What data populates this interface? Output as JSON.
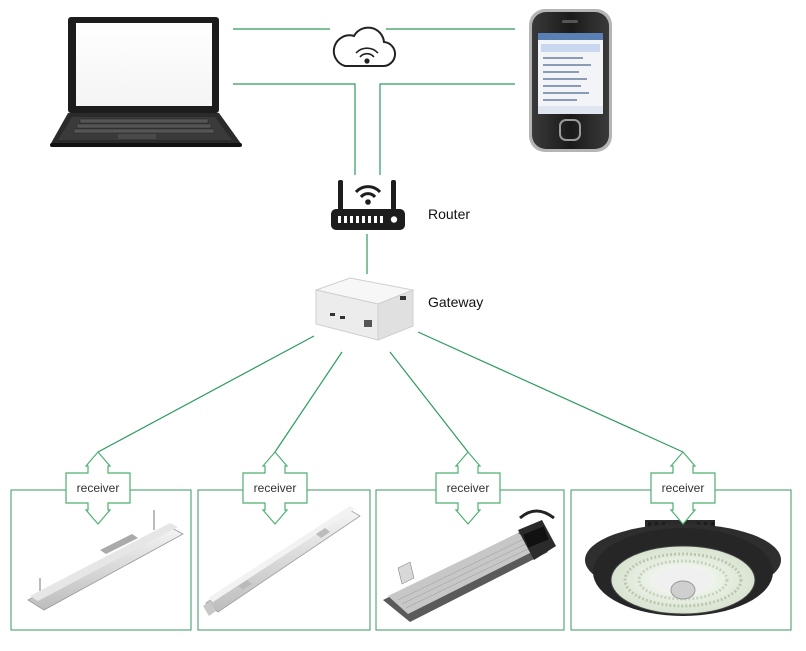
{
  "labels": {
    "router": "Router",
    "gateway": "Gateway"
  },
  "receivers": [
    {
      "label": "receiver"
    },
    {
      "label": "receiver"
    },
    {
      "label": "receiver"
    },
    {
      "label": "receiver"
    }
  ],
  "colors": {
    "line": "#2e9b5e",
    "arrow": "#4caf6f",
    "frame": "#3a9a62",
    "device_dark": "#1d1d1d"
  },
  "icons": {
    "laptop": "laptop-icon",
    "phone": "smartphone-icon",
    "cloud": "cloud-wifi-icon",
    "router": "router-icon",
    "gateway": "gateway-box-icon"
  }
}
